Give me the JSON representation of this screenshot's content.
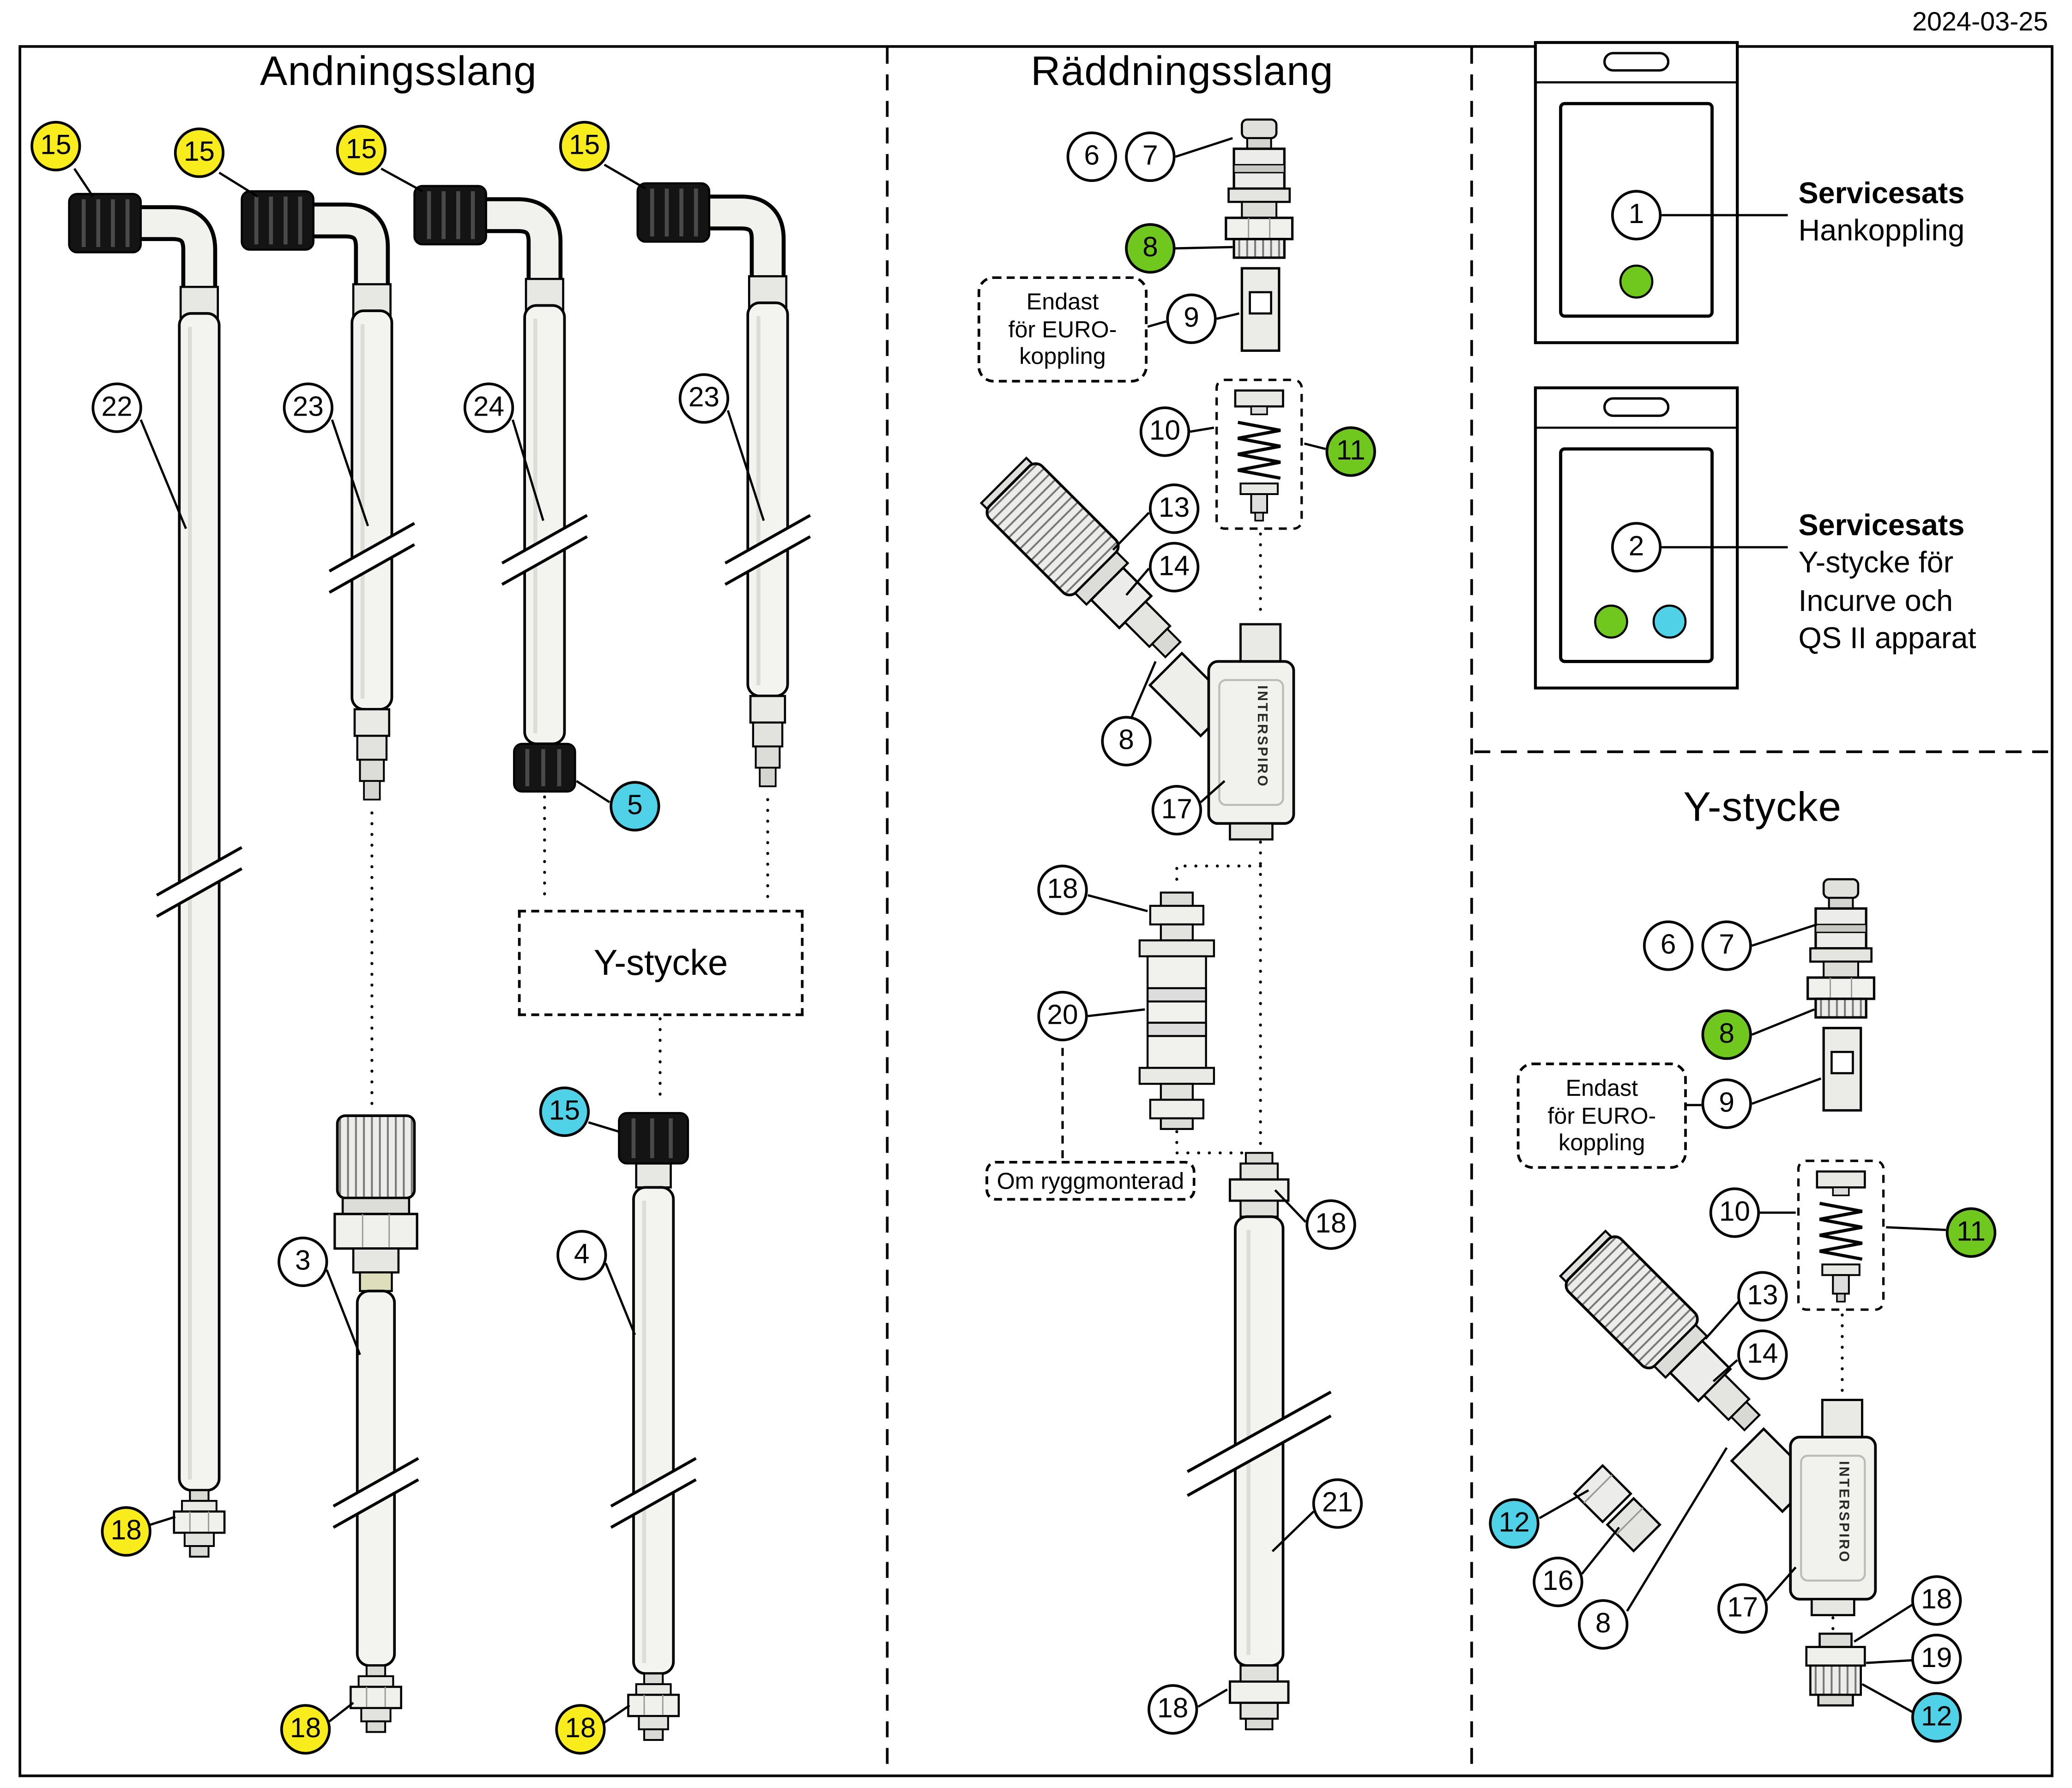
{
  "date": "2024-03-25",
  "colors": {
    "yellow": "#f8ec1c",
    "green": "#70c81e",
    "cyan": "#4fd1e8",
    "white": "#ffffff"
  },
  "panels": {
    "andningsslang": {
      "title": "Andningsslang"
    },
    "raddningsslang": {
      "title": "Räddningsslang"
    },
    "y_stycke": {
      "title": "Y-stycke"
    }
  },
  "labels": {
    "y_stycke_box": "Y-stycke",
    "euro_note": {
      "line1": "Endast",
      "line2": "för EURO-",
      "line3": "koppling"
    },
    "rygg_note": "Om ryggmonterad",
    "interspiro": "INTERSPIRO"
  },
  "service_kits": {
    "kit1": {
      "callout": "1",
      "title": "Servicesats",
      "line1": "Hankoppling"
    },
    "kit2": {
      "callout": "2",
      "title": "Servicesats",
      "line1": "Y-stycke för",
      "line2": "Incurve och",
      "line3": "QS II apparat"
    }
  },
  "callouts": {
    "and": [
      {
        "label": "15",
        "color": "yellow"
      },
      {
        "label": "15",
        "color": "yellow"
      },
      {
        "label": "15",
        "color": "yellow"
      },
      {
        "label": "15",
        "color": "yellow"
      },
      {
        "label": "22",
        "color": "white"
      },
      {
        "label": "23",
        "color": "white"
      },
      {
        "label": "24",
        "color": "white"
      },
      {
        "label": "23",
        "color": "white"
      },
      {
        "label": "5",
        "color": "cyan"
      },
      {
        "label": "3",
        "color": "white"
      },
      {
        "label": "15",
        "color": "cyan"
      },
      {
        "label": "4",
        "color": "white"
      },
      {
        "label": "18",
        "color": "yellow"
      },
      {
        "label": "18",
        "color": "yellow"
      },
      {
        "label": "18",
        "color": "yellow"
      }
    ],
    "radd": [
      {
        "label": "6",
        "color": "white"
      },
      {
        "label": "7",
        "color": "white"
      },
      {
        "label": "8",
        "color": "green"
      },
      {
        "label": "9",
        "color": "white"
      },
      {
        "label": "10",
        "color": "white"
      },
      {
        "label": "11",
        "color": "green"
      },
      {
        "label": "13",
        "color": "white"
      },
      {
        "label": "14",
        "color": "white"
      },
      {
        "label": "8",
        "color": "white"
      },
      {
        "label": "17",
        "color": "white"
      },
      {
        "label": "18",
        "color": "white"
      },
      {
        "label": "20",
        "color": "white"
      },
      {
        "label": "18",
        "color": "white"
      },
      {
        "label": "21",
        "color": "white"
      },
      {
        "label": "18",
        "color": "white"
      }
    ],
    "service": [
      {
        "label": "1",
        "color": "white"
      },
      {
        "label": "2",
        "color": "white"
      }
    ],
    "y": [
      {
        "label": "6",
        "color": "white"
      },
      {
        "label": "7",
        "color": "white"
      },
      {
        "label": "8",
        "color": "green"
      },
      {
        "label": "9",
        "color": "white"
      },
      {
        "label": "10",
        "color": "white"
      },
      {
        "label": "11",
        "color": "green"
      },
      {
        "label": "13",
        "color": "white"
      },
      {
        "label": "14",
        "color": "white"
      },
      {
        "label": "12",
        "color": "cyan"
      },
      {
        "label": "16",
        "color": "white"
      },
      {
        "label": "8",
        "color": "white"
      },
      {
        "label": "17",
        "color": "white"
      },
      {
        "label": "18",
        "color": "white"
      },
      {
        "label": "19",
        "color": "white"
      },
      {
        "label": "12",
        "color": "cyan"
      }
    ]
  }
}
